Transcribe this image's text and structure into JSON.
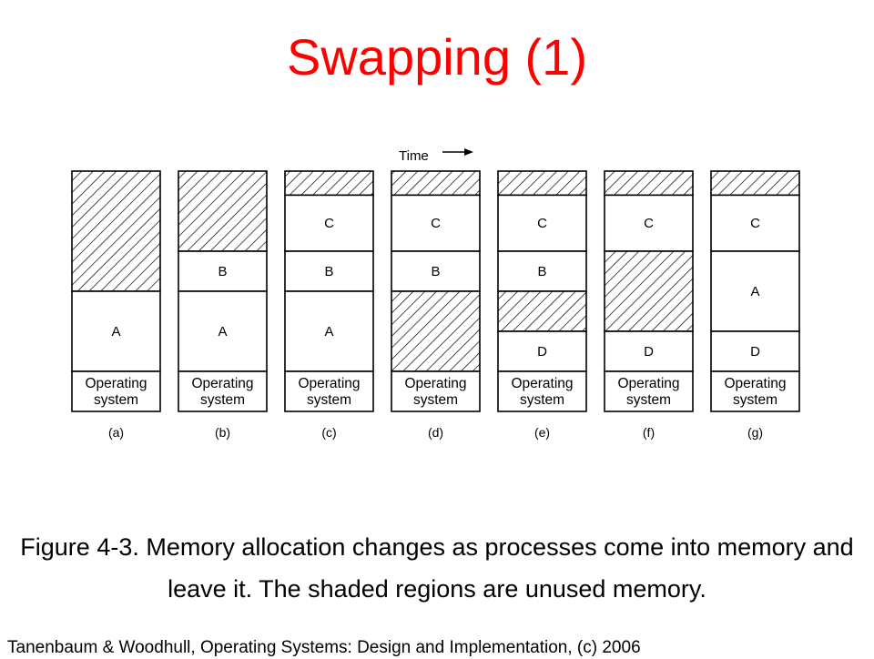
{
  "slide": {
    "title": "Swapping (1)",
    "caption": "Figure 4-3. Memory allocation changes as processes come into memory and leave it. The shaded regions are unused memory.",
    "credit": "Tanenbaum & Woodhull, Operating Systems: Design and Implementation, (c) 2006"
  },
  "diagram": {
    "time_label": "Time",
    "os_label": [
      "Operating",
      "system"
    ],
    "colors": {
      "title": "#ff0000",
      "stroke": "#000000",
      "hatch": "#000000"
    },
    "panels": [
      {
        "label": "(a)",
        "blocks": [
          {
            "text": "",
            "free": true,
            "from": 0,
            "to": 6
          },
          {
            "text": "A",
            "free": false,
            "from": 6,
            "to": 10
          }
        ]
      },
      {
        "label": "(b)",
        "blocks": [
          {
            "text": "",
            "free": true,
            "from": 0,
            "to": 4
          },
          {
            "text": "B",
            "free": false,
            "from": 4,
            "to": 6
          },
          {
            "text": "A",
            "free": false,
            "from": 6,
            "to": 10
          }
        ]
      },
      {
        "label": "(c)",
        "blocks": [
          {
            "text": "",
            "free": true,
            "from": 0,
            "to": 1.2
          },
          {
            "text": "C",
            "free": false,
            "from": 1.2,
            "to": 4
          },
          {
            "text": "B",
            "free": false,
            "from": 4,
            "to": 6
          },
          {
            "text": "A",
            "free": false,
            "from": 6,
            "to": 10
          }
        ]
      },
      {
        "label": "(d)",
        "blocks": [
          {
            "text": "",
            "free": true,
            "from": 0,
            "to": 1.2
          },
          {
            "text": "C",
            "free": false,
            "from": 1.2,
            "to": 4
          },
          {
            "text": "B",
            "free": false,
            "from": 4,
            "to": 6
          },
          {
            "text": "",
            "free": true,
            "from": 6,
            "to": 10
          }
        ]
      },
      {
        "label": "(e)",
        "blocks": [
          {
            "text": "",
            "free": true,
            "from": 0,
            "to": 1.2
          },
          {
            "text": "C",
            "free": false,
            "from": 1.2,
            "to": 4
          },
          {
            "text": "B",
            "free": false,
            "from": 4,
            "to": 6
          },
          {
            "text": "",
            "free": true,
            "from": 6,
            "to": 8
          },
          {
            "text": "D",
            "free": false,
            "from": 8,
            "to": 10
          }
        ]
      },
      {
        "label": "(f)",
        "blocks": [
          {
            "text": "",
            "free": true,
            "from": 0,
            "to": 1.2
          },
          {
            "text": "C",
            "free": false,
            "from": 1.2,
            "to": 4
          },
          {
            "text": "",
            "free": true,
            "from": 4,
            "to": 8
          },
          {
            "text": "D",
            "free": false,
            "from": 8,
            "to": 10
          }
        ]
      },
      {
        "label": "(g)",
        "blocks": [
          {
            "text": "",
            "free": true,
            "from": 0,
            "to": 1.2
          },
          {
            "text": "C",
            "free": false,
            "from": 1.2,
            "to": 4
          },
          {
            "text": "A",
            "free": false,
            "from": 4,
            "to": 8
          },
          {
            "text": "D",
            "free": false,
            "from": 8,
            "to": 10
          }
        ]
      }
    ]
  }
}
